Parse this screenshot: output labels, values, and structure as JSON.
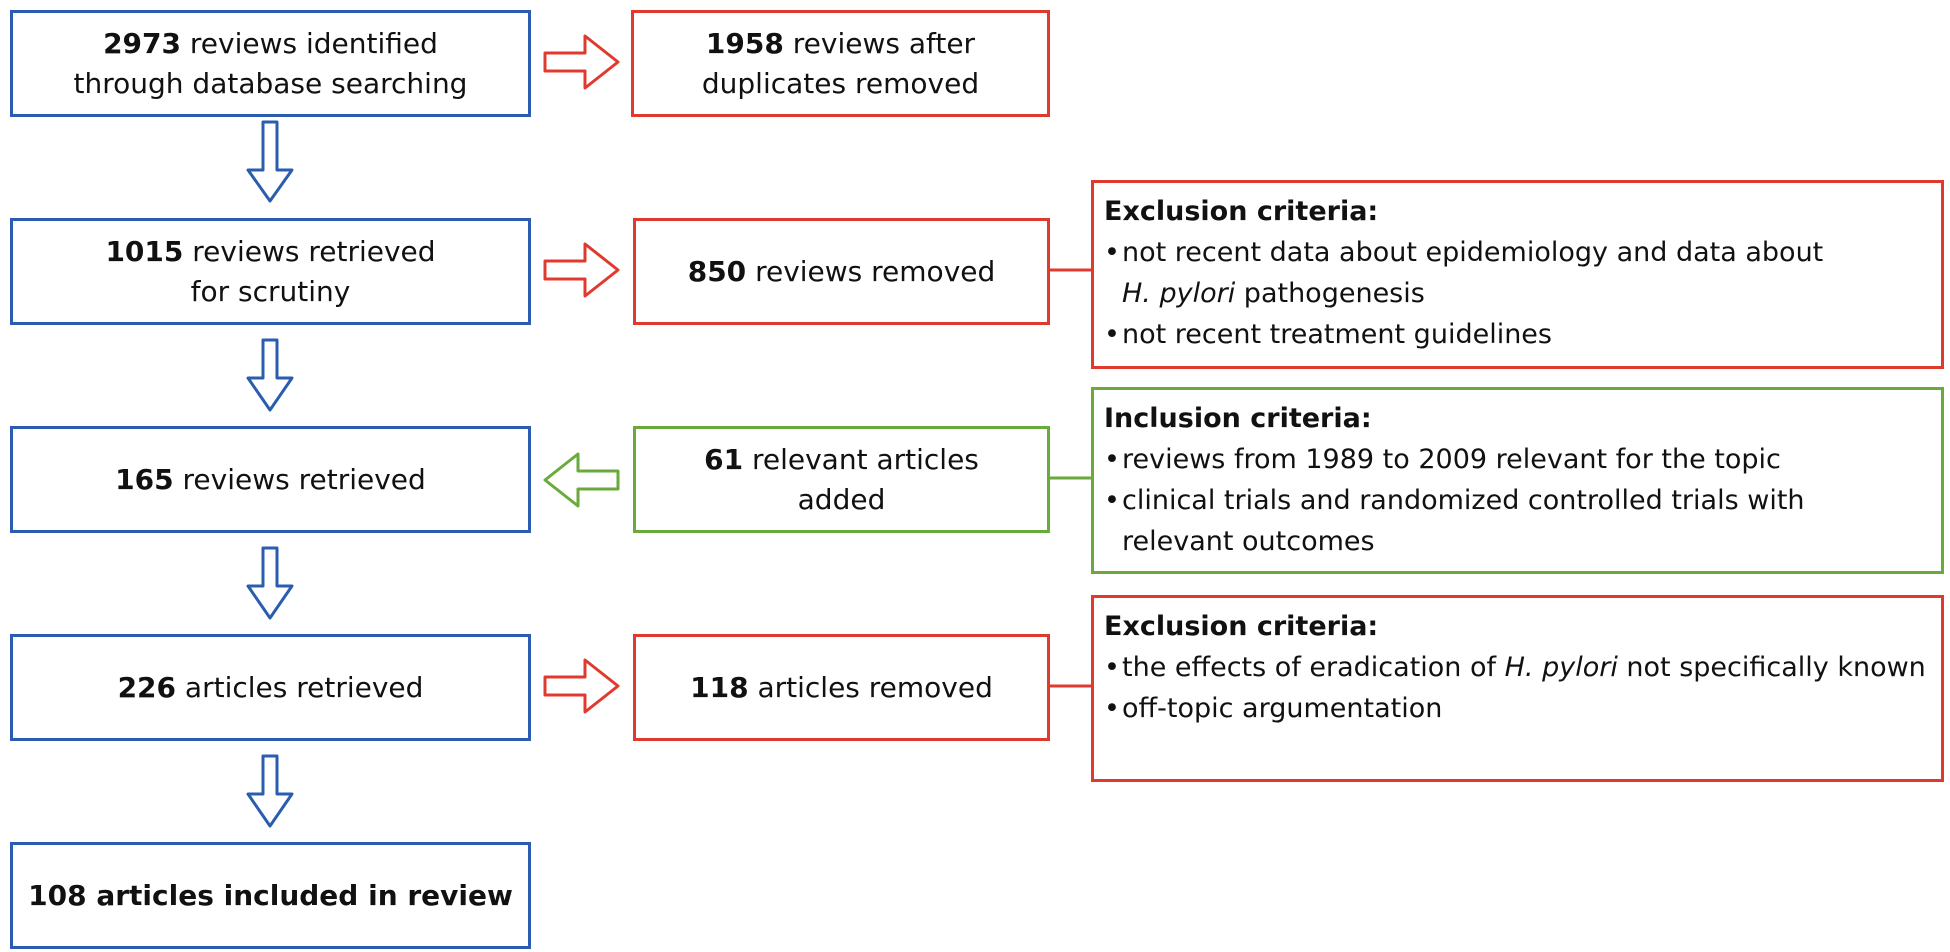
{
  "colors": {
    "blue": "#2a5db0",
    "red": "#e03a2f",
    "green": "#6aaa3c"
  },
  "steps": [
    {
      "count": "2973",
      "text1": " reviews identified",
      "text2": "through database searching"
    },
    {
      "count": "1015",
      "text1": " reviews retrieved",
      "text2": "for scrutiny"
    },
    {
      "count": "165",
      "text1": " reviews retrieved"
    },
    {
      "count": "226",
      "text1": " articles retrieved"
    },
    {
      "text": "108 articles included in review"
    }
  ],
  "side": [
    {
      "count": "1958",
      "text1": " reviews after",
      "text2": "duplicates removed"
    },
    {
      "count": "850",
      "text1": " reviews removed"
    },
    {
      "count": "61",
      "text1": " relevant articles",
      "text2": "added"
    },
    {
      "count": "118",
      "text1": " articles removed"
    }
  ],
  "criteria": [
    {
      "title": "Exclusion criteria:",
      "items": [
        {
          "a": "not recent data about epidemiology and data about ",
          "i": "H. pylori",
          "b": " pathogenesis"
        },
        {
          "a": "not recent treatment guidelines",
          "i": "",
          "b": ""
        }
      ]
    },
    {
      "title": "Inclusion criteria:",
      "items": [
        {
          "a": "reviews from 1989 to 2009 relevant for the topic",
          "i": "",
          "b": ""
        },
        {
          "a": "clinical trials and randomized controlled trials with relevant outcomes",
          "i": "",
          "b": ""
        }
      ]
    },
    {
      "title": "Exclusion criteria:",
      "items": [
        {
          "a": "the effects of eradication of ",
          "i": "H. pylori",
          "b": " not specifically known"
        },
        {
          "a": "off-topic argumentation",
          "i": "",
          "b": ""
        }
      ]
    }
  ],
  "bullet": "•"
}
